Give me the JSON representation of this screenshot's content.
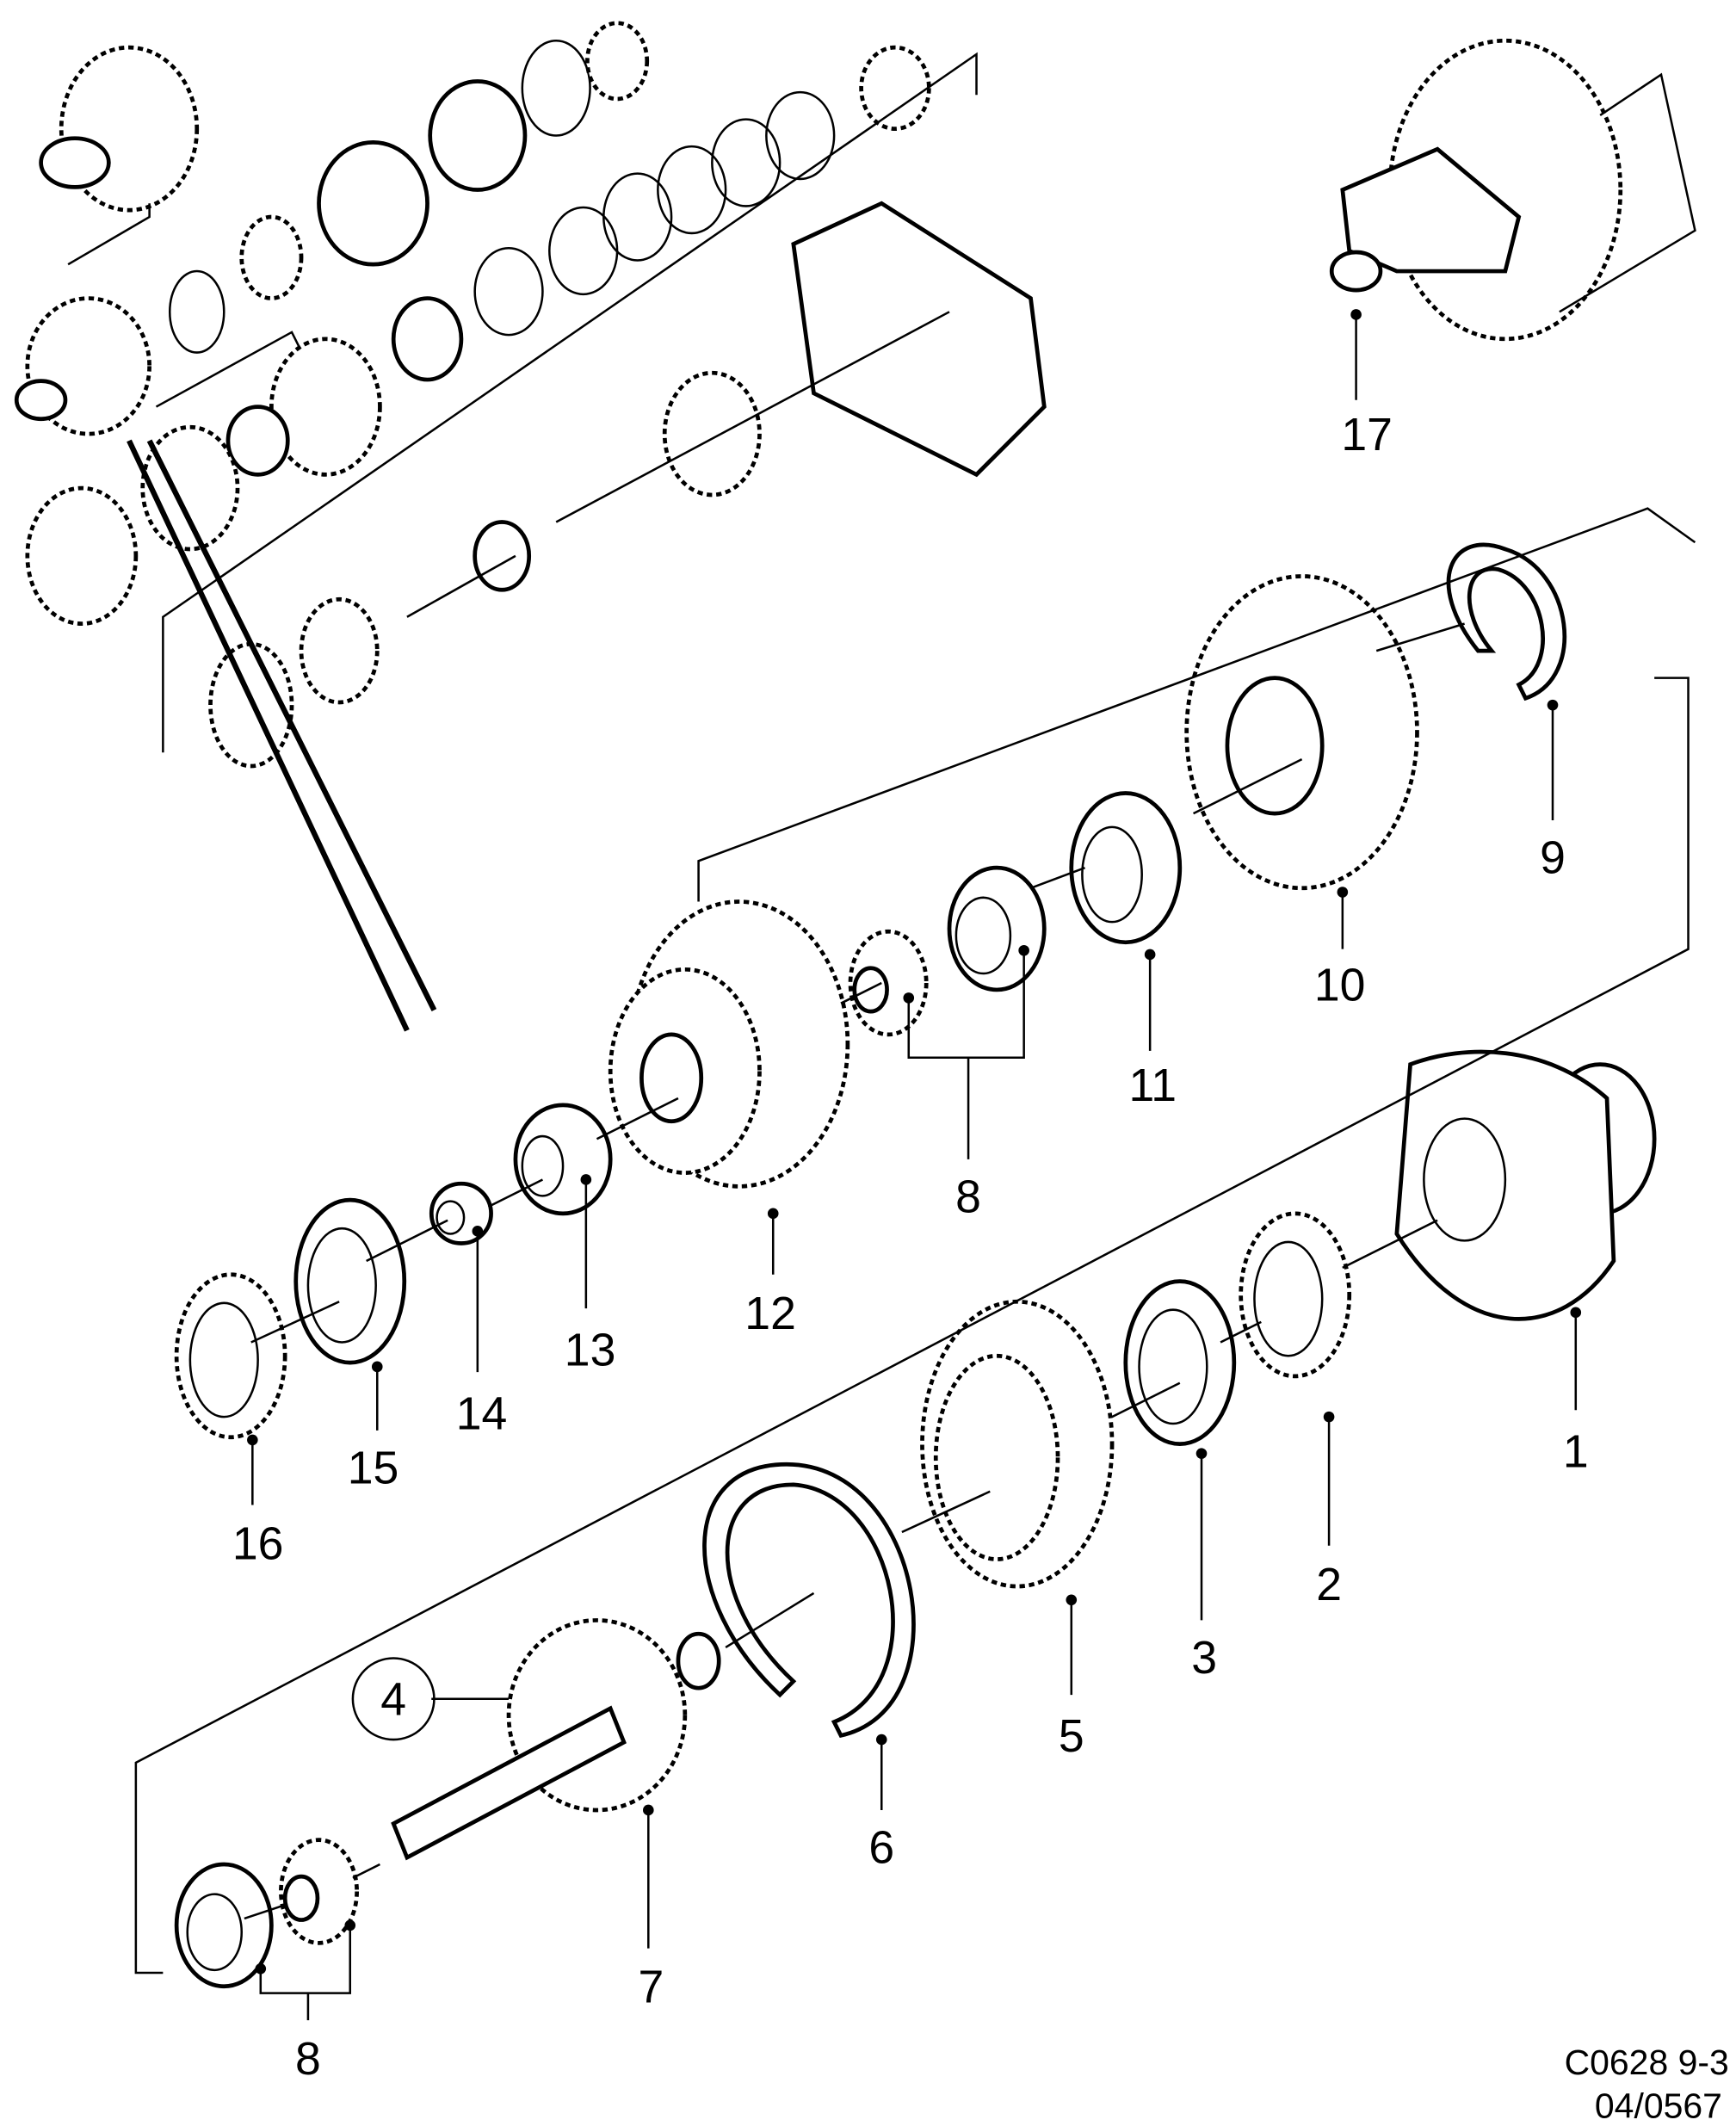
{
  "diagram": {
    "callouts": [
      "1",
      "2",
      "3",
      "4",
      "5",
      "6",
      "7",
      "8",
      "9",
      "10",
      "11",
      "12",
      "13",
      "14",
      "15",
      "16",
      "17",
      "8"
    ],
    "drawing_code": "C0628 9-3",
    "drawing_number": "04/0567"
  }
}
